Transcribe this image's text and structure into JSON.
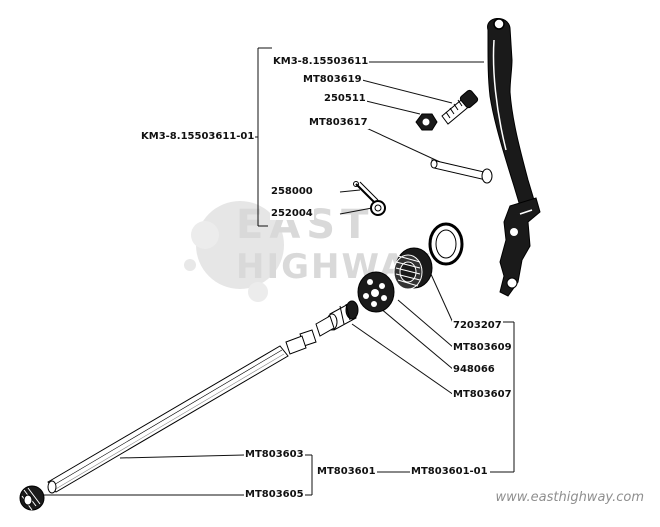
{
  "labels": {
    "assembly": "KM3-8.15503611-01",
    "lever": "KM3-8.15503611",
    "bolt": "MT803619",
    "nut": "250511",
    "pin": "MT803617",
    "cotter": "258000",
    "washer": "252004",
    "bearing": "7203207",
    "gear": "MT803609",
    "seal": "948066",
    "shaft_gear": "MT803607",
    "rod": "MT803603",
    "rod_assembly": "MT803601",
    "rod_assembly_full": "MT803601-01",
    "end_piece": "MT803605"
  },
  "watermark": {
    "word1": "EAST",
    "word2": "HIGHWAY"
  },
  "website": "www.easthighway.com"
}
